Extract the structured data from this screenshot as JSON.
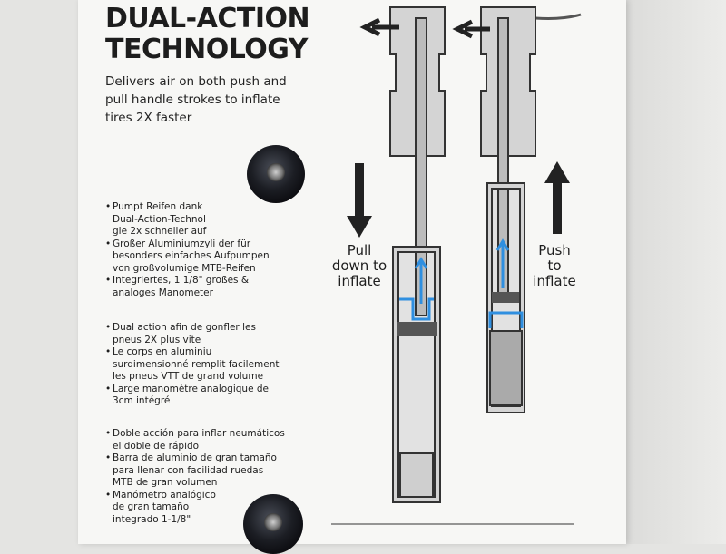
{
  "header": {
    "title_line1": "DUAL-ACTION",
    "title_line2": "TECHNOLOGY",
    "subtitle": "Delivers air on both push and pull handle strokes to inflate tires 2X faster"
  },
  "diagram": {
    "pull_label": [
      "Pull",
      "down to",
      "inflate"
    ],
    "push_label": [
      "Push",
      "to",
      "inflate"
    ],
    "accent_color": "#2f8fe0"
  },
  "bullets": {
    "german": [
      [
        "Pumpt Reifen dank",
        "Dual-Action-Technol",
        "gie 2x schneller auf"
      ],
      [
        "Großer Aluminiumzyli der für",
        "besonders einfaches Aufpumpen",
        "von großvolumige MTB-Reifen"
      ],
      [
        "Integriertes, 1 1/8\" großes &",
        "analoges Manometer"
      ]
    ],
    "french": [
      [
        "Dual action afin de gonfler les",
        "pneus 2X plus vite"
      ],
      [
        "Le corps en aluminiu",
        "surdimensionné remplit facilement",
        "les pneus VTT de grand volume"
      ],
      [
        "Large manomètre analogique de",
        "3cm intégré"
      ]
    ],
    "spanish": [
      [
        "Doble acción para inflar neumáticos",
        "el doble de rápido"
      ],
      [
        "Barra de aluminio de gran tamaño",
        "para llenar con facilidad ruedas",
        "MTB de gran volumen"
      ],
      [
        "Manómetro analógico",
        "de gran tamaño",
        "integrado 1-1/8\""
      ]
    ]
  }
}
